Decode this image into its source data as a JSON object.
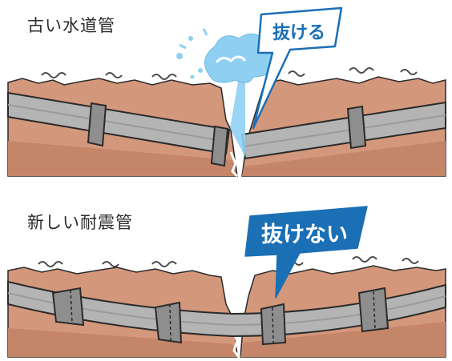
{
  "panels": [
    {
      "title": "古い水道管",
      "callout": "抜ける",
      "callout_style": "outlined",
      "callout_color": "#1b6fb5"
    },
    {
      "title": "新しい耐震管",
      "callout": "抜けない",
      "callout_style": "filled",
      "callout_color": "#1b6fb5"
    }
  ],
  "colors": {
    "soil": "#d3977b",
    "soil_edge": "#2a2a2a",
    "soil_deep": "#c28468",
    "pipe": "#b4b4b4",
    "joint": "#8e8e8e",
    "water": "#8fd0f2",
    "accent": "#1b6fb5"
  },
  "icons": [
    "water-splash-icon",
    "ground-crack-icon"
  ]
}
